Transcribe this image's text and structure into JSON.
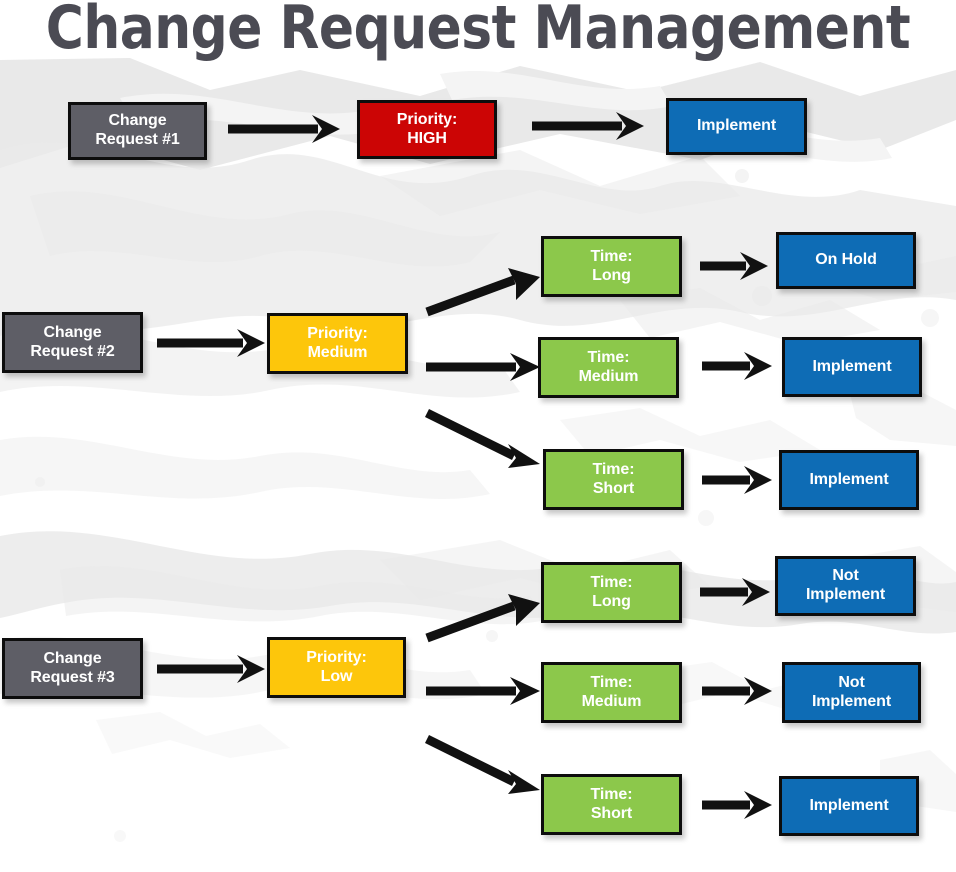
{
  "title": "Change Request Management",
  "colors": {
    "request": "#5e5e66",
    "priority_high": "#cc0505",
    "priority_medium": "#fdc60b",
    "priority_low": "#fdc60b",
    "time": "#8cc84b",
    "decision": "#0e6cb5",
    "title_text": "#4b4b54",
    "arrow": "#111111",
    "background": "#ffffff"
  },
  "flows": [
    {
      "id": "flow-1",
      "request": "Change\nRequest #1",
      "priority": "Priority:\nHIGH",
      "priority_level": "HIGH",
      "branches": [
        {
          "time": "",
          "decision": "Implement"
        }
      ]
    },
    {
      "id": "flow-2",
      "request": "Change\nRequest #2",
      "priority": "Priority:\nMedium",
      "priority_level": "Medium",
      "branches": [
        {
          "time": "Time:\nLong",
          "decision": "On Hold"
        },
        {
          "time": "Time:\nMedium",
          "decision": "Implement"
        },
        {
          "time": "Time:\nShort",
          "decision": "Implement"
        }
      ]
    },
    {
      "id": "flow-3",
      "request": "Change\nRequest #3",
      "priority": "Priority:\nLow",
      "priority_level": "Low",
      "branches": [
        {
          "time": "Time:\nLong",
          "decision": "Not\nImplement"
        },
        {
          "time": "Time:\nMedium",
          "decision": "Not\nImplement"
        },
        {
          "time": "Time:\nShort",
          "decision": "Implement"
        }
      ]
    }
  ]
}
